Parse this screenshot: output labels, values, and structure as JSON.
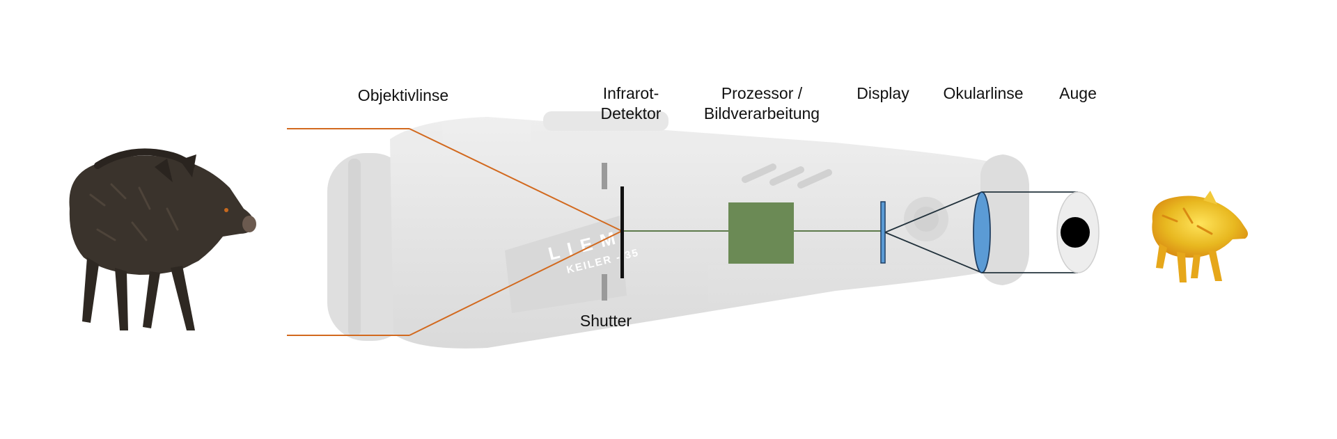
{
  "labels": {
    "objective_lens": "Objektivlinse",
    "infrared_detector_line1": "Infrarot-",
    "infrared_detector_line2": "Detektor",
    "processor_line1": "Prozessor /",
    "processor_line2": "Bildverarbeitung",
    "display": "Display",
    "eyepiece_lens": "Okularlinse",
    "eye": "Auge",
    "shutter": "Shutter"
  },
  "device": {
    "brand_text": "LIEM",
    "model_text": "KEILER - 35"
  },
  "colors": {
    "ray_orange": "#d2691e",
    "device_gray": "#e3e3e3",
    "device_dark": "#d5d5d5",
    "processor_green": "#6b8a55",
    "lens_blue": "#5b9bd5",
    "path_green": "#5d7a4a",
    "ray_dark": "#22323c",
    "boar_fur": "#3a332c",
    "thermal_yellow": "#e8b820",
    "thermal_orange": "#d98a12"
  },
  "icons": {
    "left_image": "wild-boar-photo",
    "right_image": "thermal-boar-image"
  }
}
